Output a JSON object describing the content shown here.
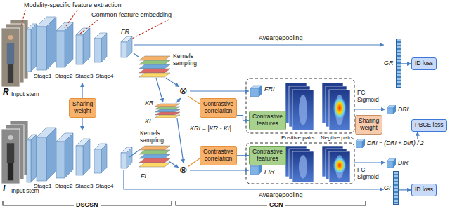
{
  "diagram": {
    "nodes": [
      {
        "text": [
          "Sharing weight"
        ]
      },
      {
        "text": [
          "Contrastive correlation"
        ]
      },
      {
        "text": [
          "Contrastive correlation"
        ]
      },
      {
        "text": [
          "Contrastive features"
        ]
      },
      {
        "text": [
          "Contrastive features"
        ]
      },
      {
        "text": [
          "Sharing weight"
        ]
      },
      {
        "text": [
          "GR"
        ]
      },
      {
        "text": [
          "GI"
        ]
      },
      {
        "text": [
          "DRI"
        ]
      },
      {
        "text": [
          "DRI = (DRI + DIR) / 2"
        ]
      },
      {
        "text": [
          "DIR"
        ]
      },
      {
        "text": [
          "ID loss"
        ]
      },
      {
        "text": [
          "PBCE loss"
        ]
      },
      {
        "text": [
          "ID loss"
        ]
      }
    ],
    "edges": [
      {
        "from": 6,
        "to": 11,
        "arrow": "to"
      },
      {
        "from": 7,
        "to": 13,
        "arrow": "to"
      },
      {
        "from": 9,
        "to": 12,
        "arrow": "to"
      },
      {
        "from": 1,
        "to": 3,
        "arrow": "to"
      },
      {
        "from": 2,
        "to": 4,
        "arrow": "to"
      }
    ],
    "labels": [
      "Modality-specific feature extraction",
      "Common feature embedding",
      "Input stem",
      "Stage1",
      "Stage2",
      "Stage3",
      "Stage4",
      "R",
      "FR",
      "Aveargepooling",
      "Kernels sampling",
      "KR",
      "KI",
      "KRI = |KR - KI|",
      "⊗",
      "FRI",
      "Positive pairs",
      "Negtive pairs",
      "FC Sigmoid",
      "⊗",
      "FIR",
      "FC Sigmoid",
      "Kernels sampling",
      "FI",
      "Stage1",
      "Stage2",
      "Stage3",
      "Stage4",
      "I",
      "Input stem",
      "Aveargepooling",
      "DSCSN",
      "CCN"
    ]
  }
}
